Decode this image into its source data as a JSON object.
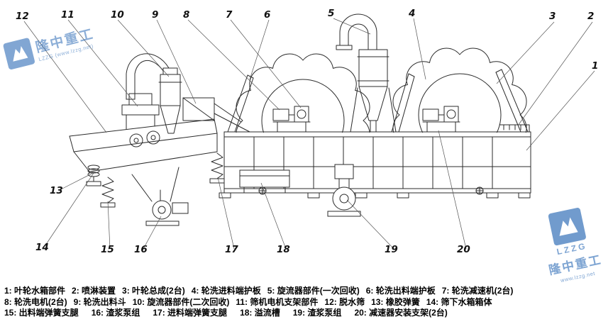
{
  "watermark": {
    "brand": "LZZG",
    "brand_cn": "隆中重工",
    "site": "www.lzzg.net",
    "sub": "LZZG (www.lzzg.net)",
    "color": "#1b5fb0"
  },
  "callouts": [
    {
      "num": "1"
    },
    {
      "num": "2"
    },
    {
      "num": "3"
    },
    {
      "num": "4"
    },
    {
      "num": "5"
    },
    {
      "num": "6"
    },
    {
      "num": "7"
    },
    {
      "num": "8"
    },
    {
      "num": "9"
    },
    {
      "num": "10"
    },
    {
      "num": "11"
    },
    {
      "num": "12"
    },
    {
      "num": "13"
    },
    {
      "num": "14"
    },
    {
      "num": "15"
    },
    {
      "num": "16"
    },
    {
      "num": "17"
    },
    {
      "num": "18"
    },
    {
      "num": "19"
    },
    {
      "num": "20"
    }
  ],
  "legend": {
    "items": [
      {
        "text": "1: 叶轮水箱部件"
      },
      {
        "text": "2: 喷淋装置"
      },
      {
        "text": "3: 叶轮总成(2台)"
      },
      {
        "text": "4: 轮洗进料端护板"
      },
      {
        "text": "5: 旋流器部件(一次回收)"
      },
      {
        "text": "6: 轮洗出料端护板"
      },
      {
        "text": "7: 轮洗减速机(2台)"
      },
      {
        "text": "8: 轮洗电机(2台)"
      },
      {
        "text": "9: 轮洗出料斗"
      },
      {
        "text": "10: 旋流器部件(二次回收)"
      },
      {
        "text": "11: 筛机电机支架部件"
      },
      {
        "text": "12: 脱水筛"
      },
      {
        "text": "13: 橡胶弹簧"
      },
      {
        "text": "14: 筛下水箱箱体"
      },
      {
        "text": "15: 出料端弹簧支腿"
      },
      {
        "text": "16: 渣浆泵组"
      },
      {
        "text": "17: 进料端弹簧支腿"
      },
      {
        "text": "18: 溢流槽"
      },
      {
        "text": "19: 渣浆泵组"
      },
      {
        "text": "20: 减速器安装支架(2台)"
      }
    ]
  }
}
